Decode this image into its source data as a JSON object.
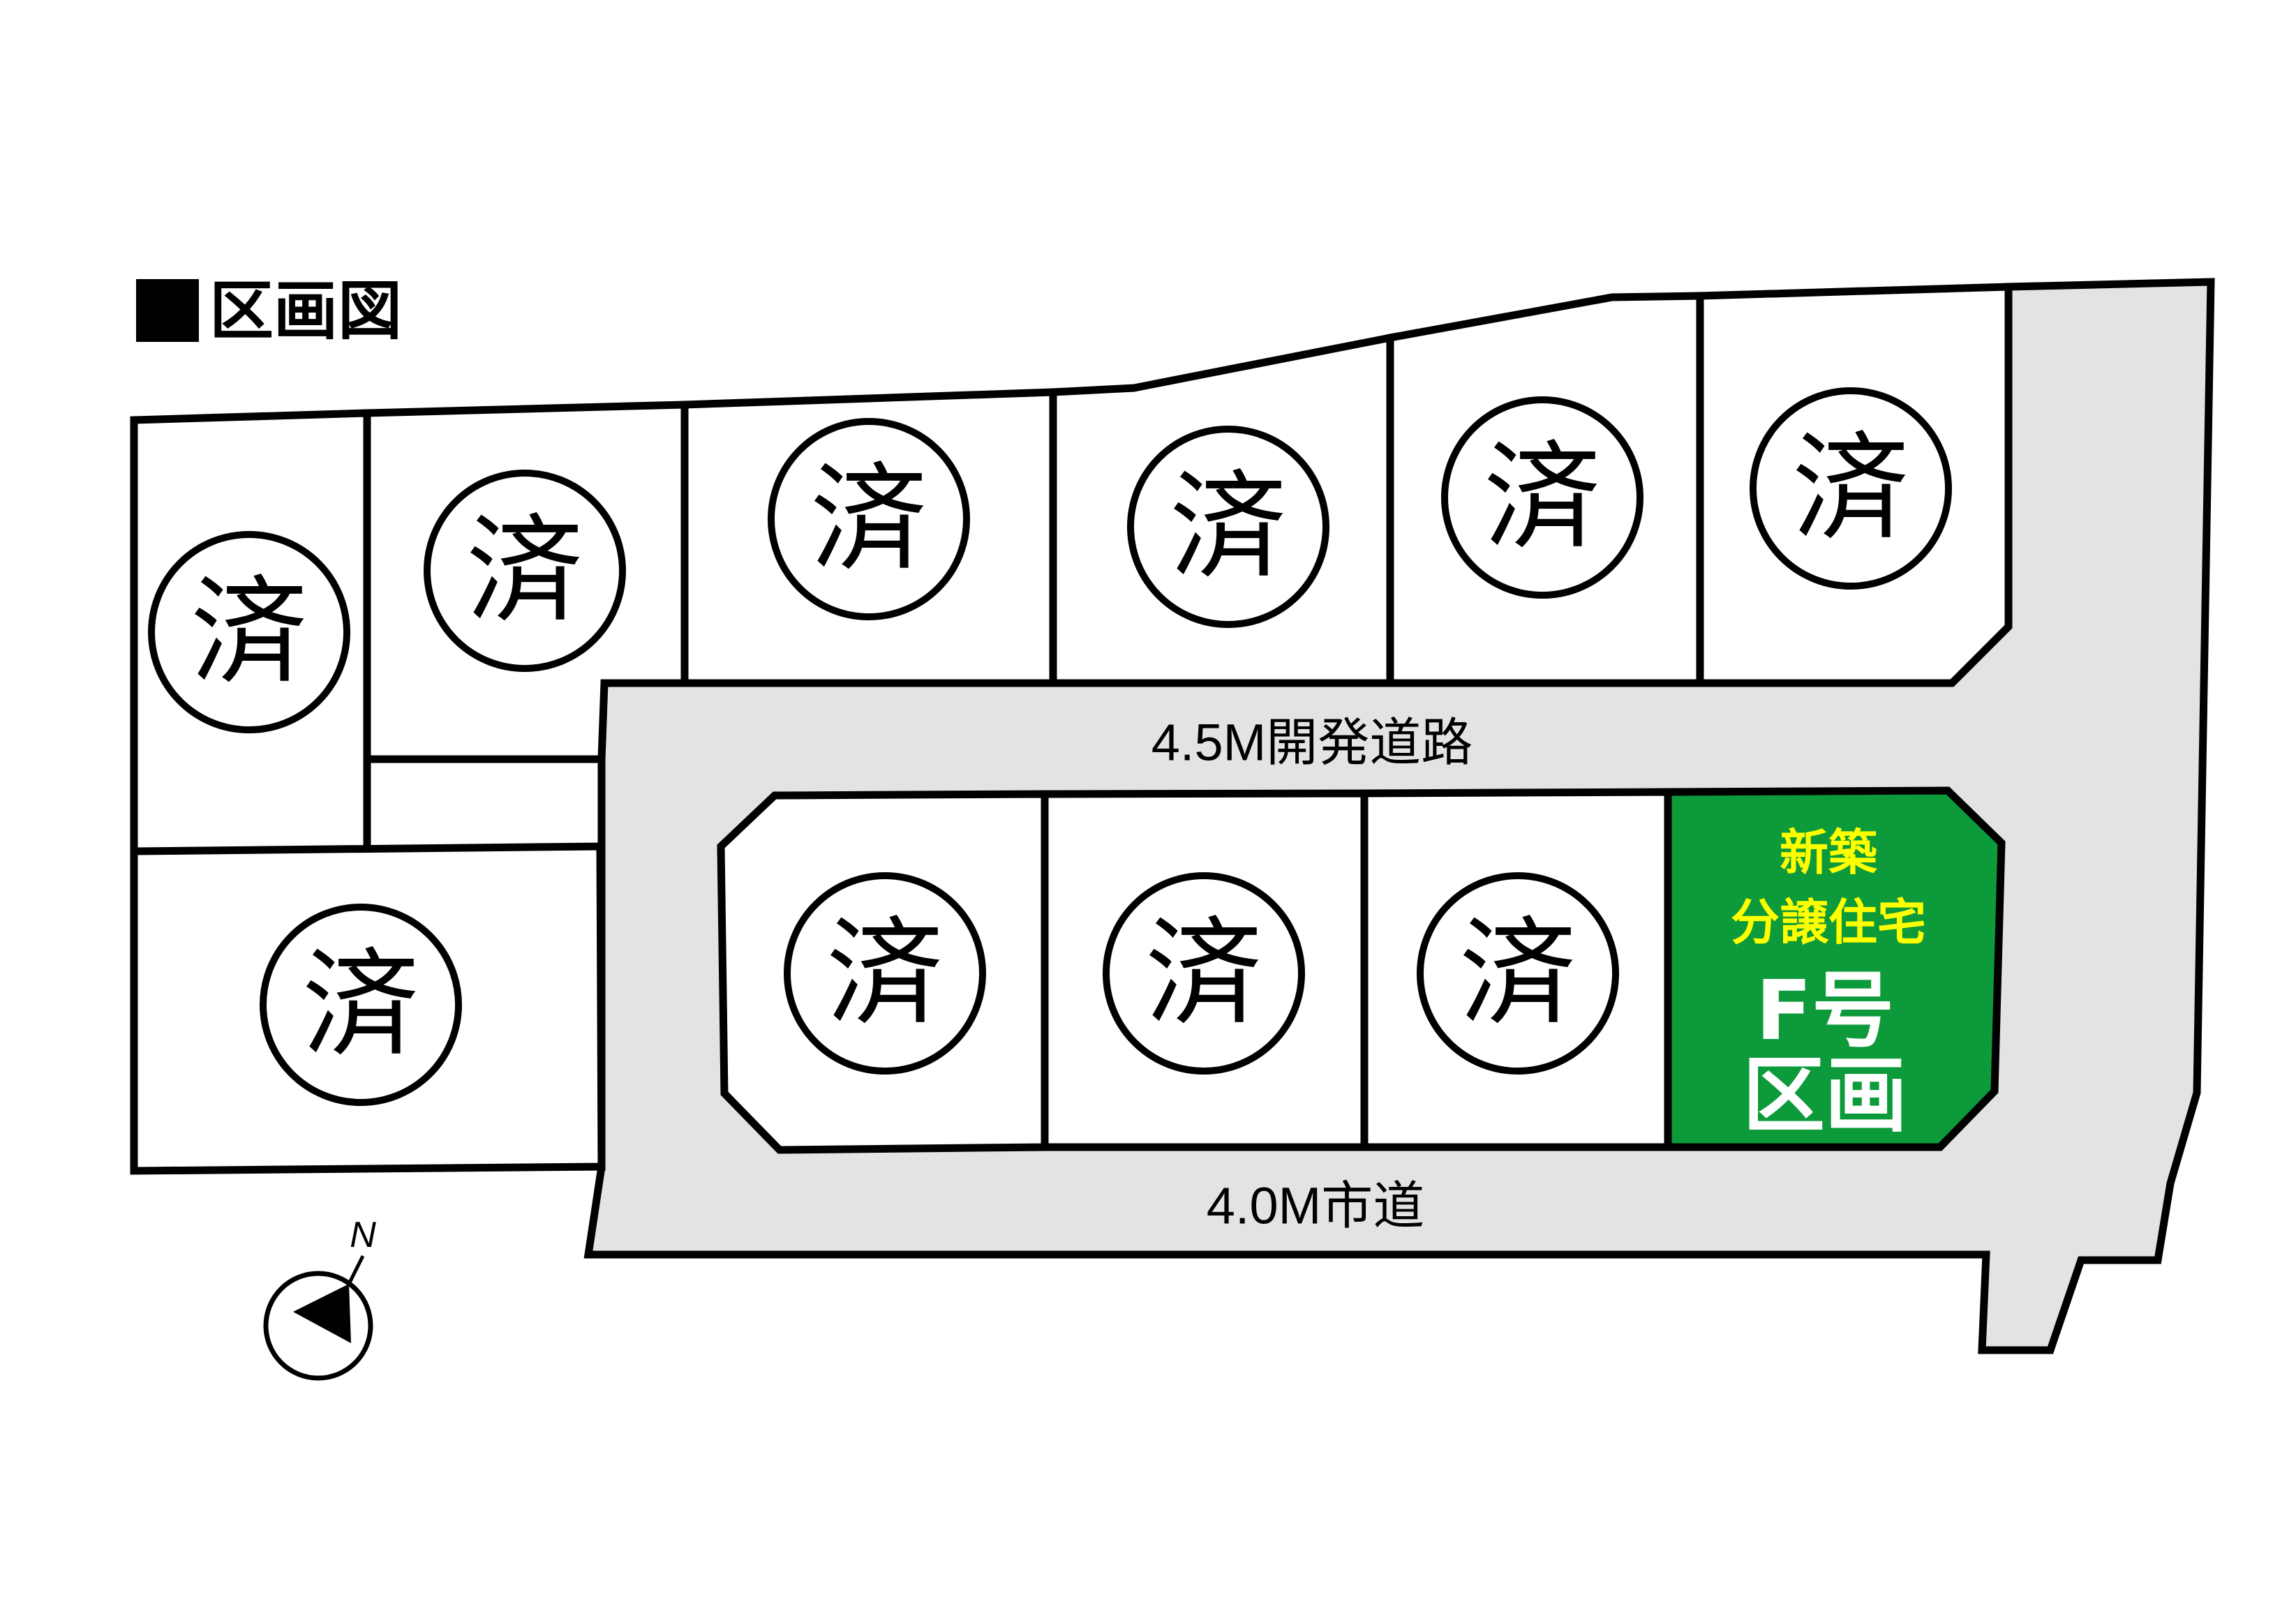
{
  "title": "区画図",
  "roads": {
    "development_road": "4.5M開発道路",
    "city_road": "4.0M市道"
  },
  "lots": [
    {
      "status": "済"
    },
    {
      "status": "済"
    },
    {
      "status": "済"
    },
    {
      "status": "済"
    },
    {
      "status": "済"
    },
    {
      "status": "済"
    },
    {
      "status": "済"
    },
    {
      "status": "済"
    },
    {
      "status": "済"
    },
    {
      "status": "済"
    }
  ],
  "featured_lot": {
    "line1": "新築",
    "line2": "分譲住宅",
    "line3": "F号",
    "line4": "区画",
    "color": "#0c9a3a"
  },
  "compass": {
    "label": "N"
  },
  "colors": {
    "road": "#e3e3e3",
    "highlight_text": "#ffff00"
  }
}
